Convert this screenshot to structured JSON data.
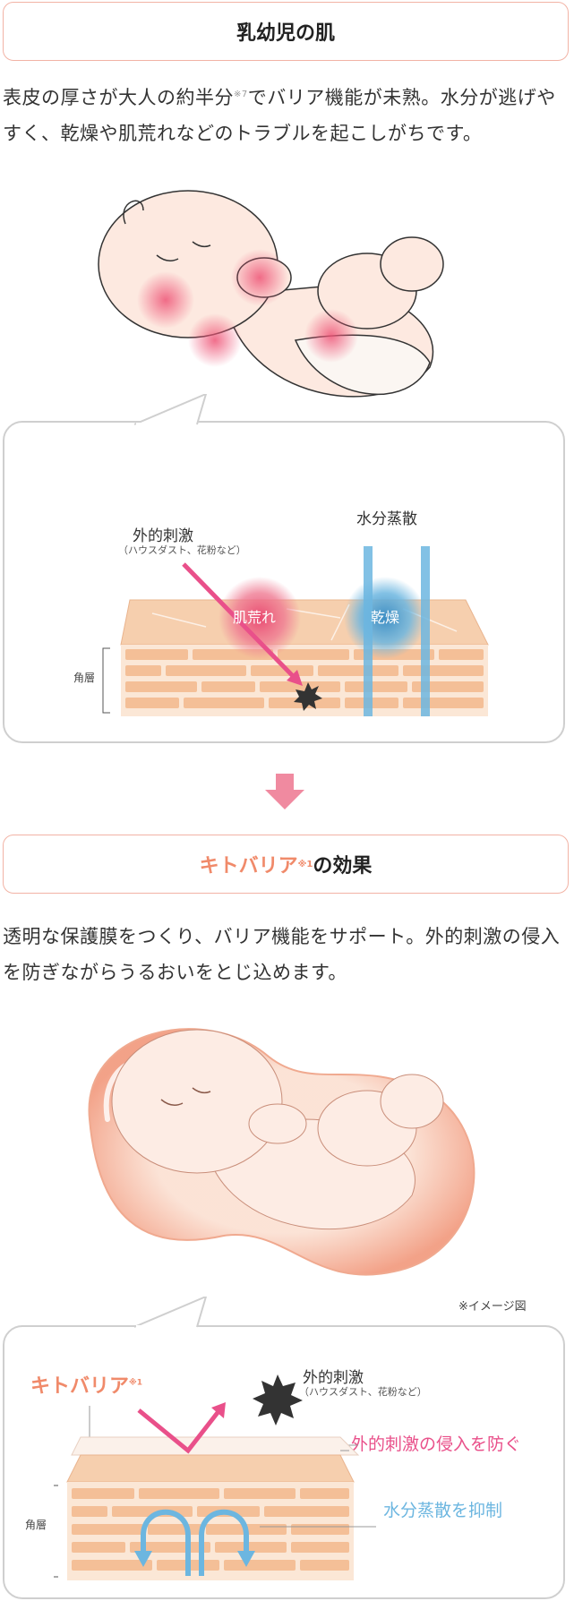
{
  "section1": {
    "title": "乳幼児の肌",
    "body_pre": "表皮の厚さが大人の約半分",
    "body_note": "※7",
    "body_post": "でバリア機能が未熟。水分が逃げやすく、乾燥や肌荒れなどのトラブルを起こしがちです。"
  },
  "diagram1": {
    "stimulus_label": "外的刺激",
    "stimulus_sub": "（ハウスダスト、花粉など）",
    "evaporation_label": "水分蒸散",
    "rough_label": "肌荒れ",
    "dry_label": "乾燥",
    "layer_label": "角層"
  },
  "arrow_down": "down-arrow",
  "section2": {
    "title_brand": "キトバリア",
    "title_note": "※1",
    "title_suffix": "の効果",
    "body": "透明な保護膜をつくり、バリア機能をサポート。外的刺激の侵入を防ぎながらうるおいをとじ込めます。",
    "image_note": "※イメージ図"
  },
  "diagram2": {
    "brand_label": "キトバリア",
    "brand_note": "※1",
    "stimulus_label": "外的刺激",
    "stimulus_sub": "（ハウスダスト、花粉など）",
    "block_label": "外的刺激の侵入を防ぐ",
    "suppress_label": "水分蒸散を抑制",
    "layer_label": "角層"
  },
  "colors": {
    "header_border": "#f2b3a5",
    "brand_orange": "#f08a6a",
    "pink": "#e9508a",
    "blue": "#6cb6e0",
    "skin": "#f6d2b4"
  }
}
